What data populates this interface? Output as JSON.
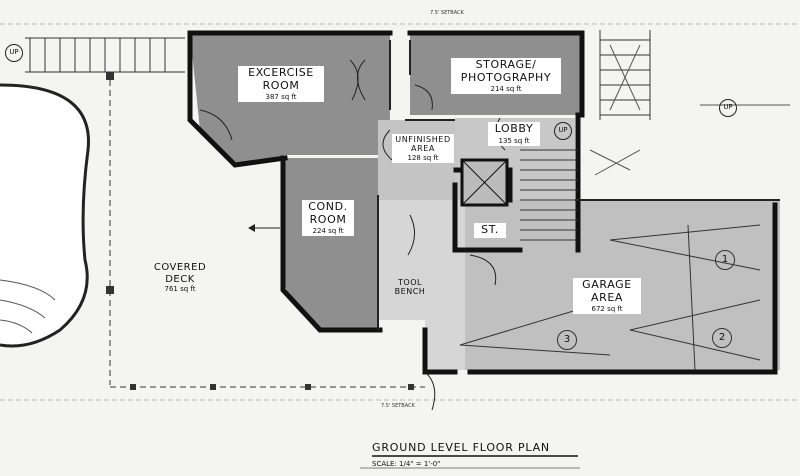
{
  "title": "GROUND LEVEL FLOOR PLAN",
  "scale": "SCALE: 1/4\" = 1'-0\"",
  "setback_top": "7.5' SETBACK",
  "setback_bottom": "7.5' SETBACK",
  "rooms": {
    "exercise": {
      "name_1": "EXCERCISE",
      "name_2": "ROOM",
      "area": "387 sq ft"
    },
    "storage": {
      "name_1": "STORAGE/",
      "name_2": "PHOTOGRAPHY",
      "area": "214 sq ft"
    },
    "lobby": {
      "name": "LOBBY",
      "area": "135 sq ft"
    },
    "unfinished": {
      "name_1": "UNFINISHED",
      "name_2": "AREA",
      "area": "128 sq ft"
    },
    "cond": {
      "name_1": "COND.",
      "name_2": "ROOM",
      "area": "224 sq ft"
    },
    "st": {
      "name": "ST."
    },
    "garage": {
      "name_1": "GARAGE",
      "name_2": "AREA",
      "area": "672 sq ft"
    },
    "deck": {
      "name_1": "COVERED",
      "name_2": "DECK",
      "area": "761 sq ft"
    }
  },
  "annotations": {
    "tool_bench_1": "TOOL",
    "tool_bench_2": "BENCH"
  },
  "up_markers": [
    "UP",
    "UP",
    "UP"
  ],
  "parking_numbers": [
    "1",
    "2",
    "3"
  ]
}
